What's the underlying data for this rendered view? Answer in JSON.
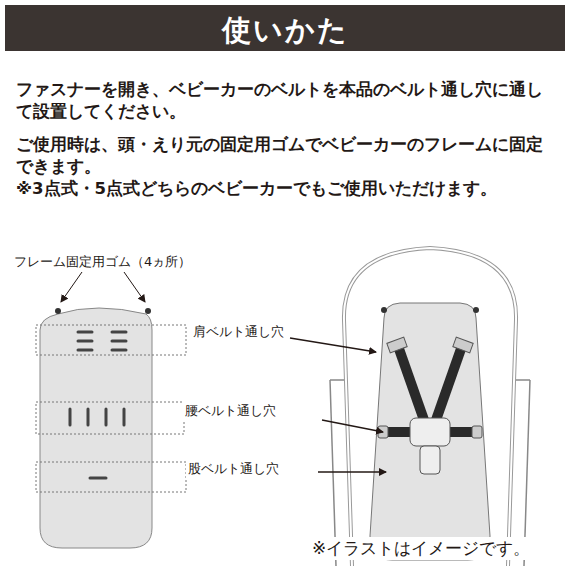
{
  "diagram": {
    "title": "使いかた",
    "labels": [
      "ファスナーを開き、ベビーカーのベルトを本品のベルト通し穴に通して設置してください。",
      "ご使用時は、頭・えり元の固定用ゴムでベビーカーのフレームに固定できます。",
      "※3点式・5点式どちらのベビーカーでもご使用いただけます。",
      "フレーム固定用ゴム（4ヵ所）",
      "肩ベルト通し穴",
      "腰ベルト通し穴",
      "股ベルト通し穴",
      "※イラストはイメージです。"
    ]
  }
}
